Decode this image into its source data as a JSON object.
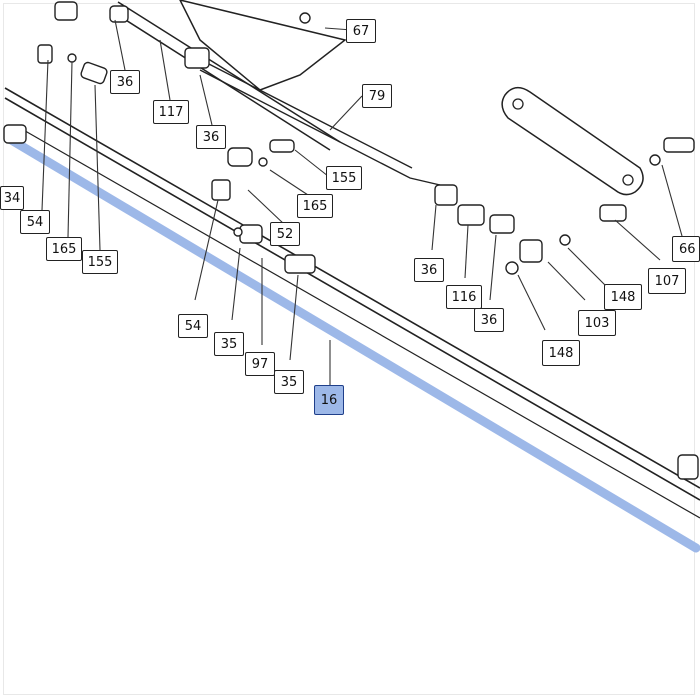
{
  "diagram": {
    "highlight_color": "#9db8e8",
    "highlight_part": "16",
    "callouts": [
      {
        "id": "c67",
        "label": "67"
      },
      {
        "id": "c79",
        "label": "79"
      },
      {
        "id": "c36a",
        "label": "36"
      },
      {
        "id": "c117",
        "label": "117"
      },
      {
        "id": "c36b",
        "label": "36"
      },
      {
        "id": "c155a",
        "label": "155"
      },
      {
        "id": "c165a",
        "label": "165"
      },
      {
        "id": "c52",
        "label": "52"
      },
      {
        "id": "c34",
        "label": "34"
      },
      {
        "id": "c54a",
        "label": "54"
      },
      {
        "id": "c165b",
        "label": "165"
      },
      {
        "id": "c155b",
        "label": "155"
      },
      {
        "id": "c54b",
        "label": "54"
      },
      {
        "id": "c35a",
        "label": "35"
      },
      {
        "id": "c97",
        "label": "97"
      },
      {
        "id": "c35b",
        "label": "35"
      },
      {
        "id": "c16",
        "label": "16"
      },
      {
        "id": "c36c",
        "label": "36"
      },
      {
        "id": "c116",
        "label": "116"
      },
      {
        "id": "c36d",
        "label": "36"
      },
      {
        "id": "c148a",
        "label": "148"
      },
      {
        "id": "c103",
        "label": "103"
      },
      {
        "id": "c148b",
        "label": "148"
      },
      {
        "id": "c107",
        "label": "107"
      },
      {
        "id": "c66",
        "label": "66"
      }
    ]
  }
}
